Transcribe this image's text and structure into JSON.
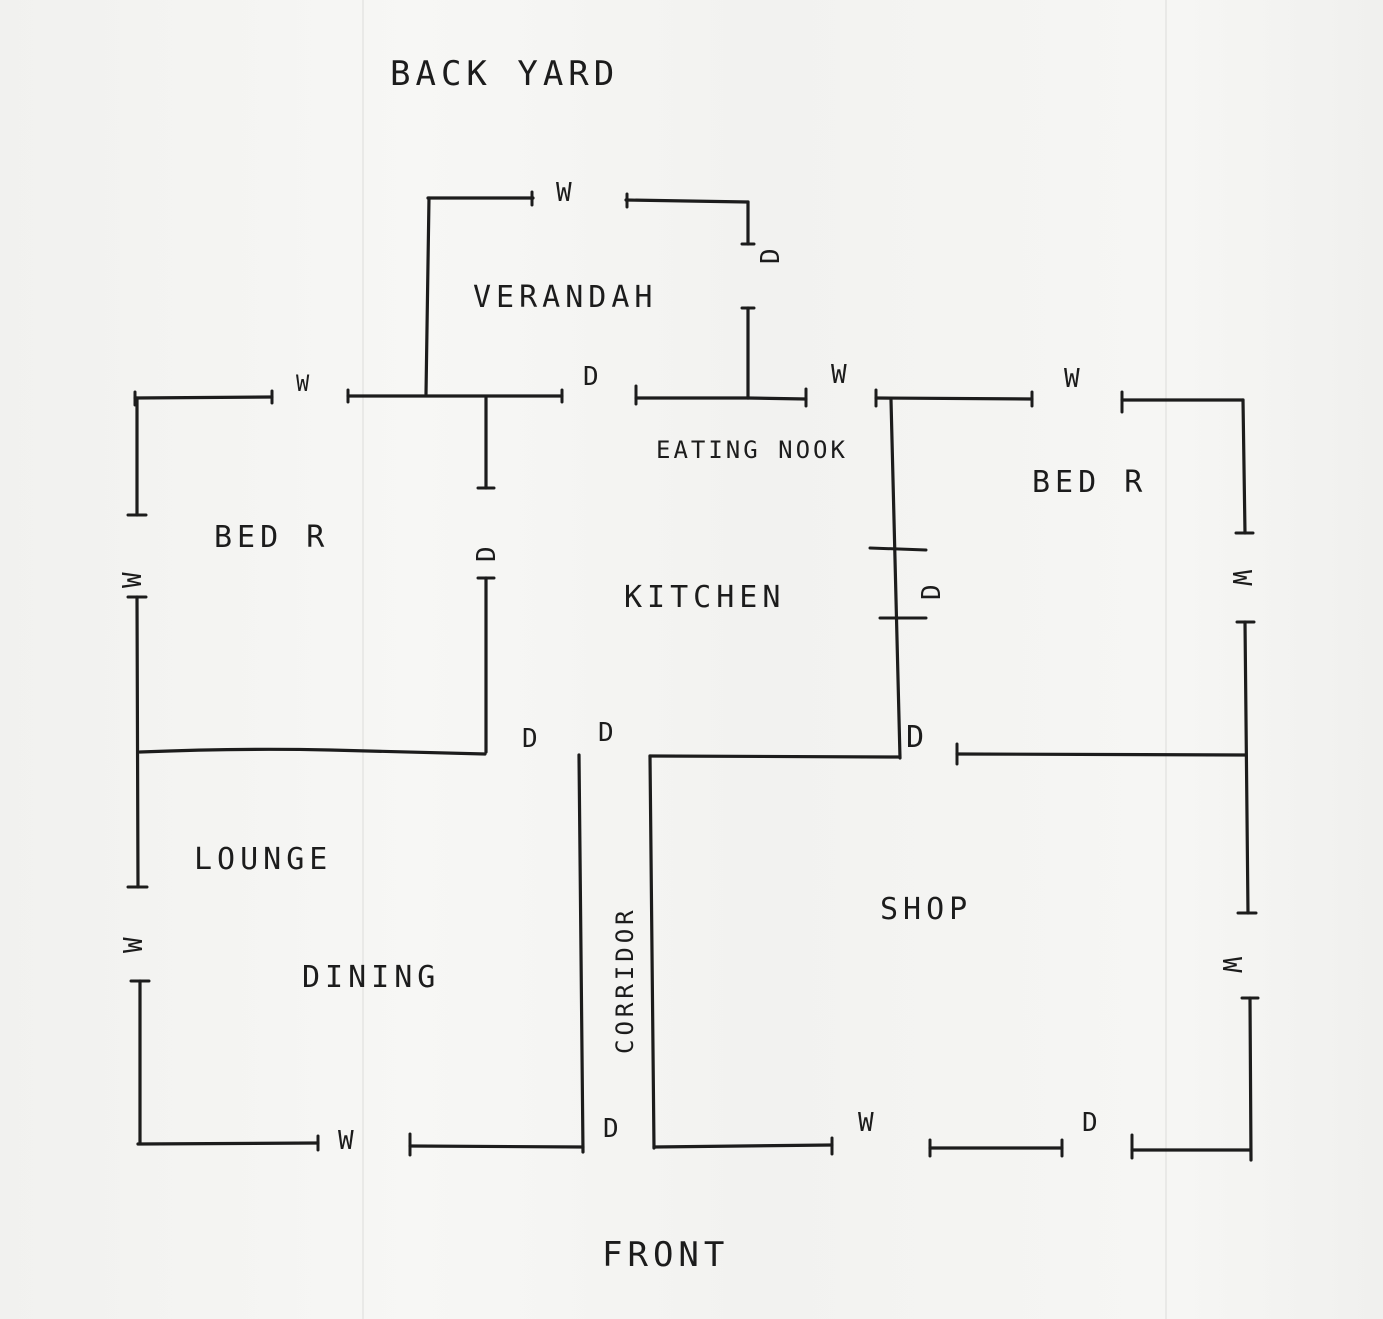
{
  "labels": {
    "back_yard": "BACK YARD",
    "verandah": "VERANDAH",
    "eating_nook": "EATING NOOK",
    "bed_left": "BED R",
    "bed_right": "BED R",
    "kitchen": "KITCHEN",
    "lounge": "LOUNGE",
    "dining": "DINING",
    "corridor": "CORRIDOR",
    "shop": "SHOP",
    "front": "FRONT"
  },
  "markers": {
    "window": "W",
    "door": "D"
  },
  "colors": {
    "ink": "#1c1c1c",
    "paper": "#f4f4f2"
  }
}
